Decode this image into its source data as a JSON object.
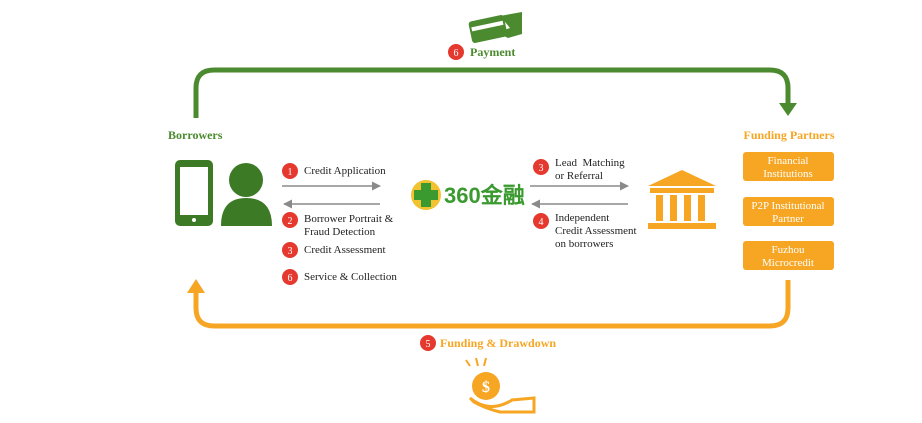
{
  "top_flow": {
    "step": "6",
    "label": "Payment",
    "icon": "credit-card-hand-icon"
  },
  "bottom_flow": {
    "step": "5",
    "label": "Funding & Drawdown",
    "icon": "money-bag-hand-icon"
  },
  "borrowers": {
    "title": "Borrowers",
    "icons": [
      "smartphone-icon",
      "person-icon"
    ]
  },
  "center": {
    "logo_text": "360金融",
    "logo_icon": "green-plus-ball-icon"
  },
  "funding_partners": {
    "title": "Funding Partners",
    "icon": "bank-building-icon",
    "boxes": [
      {
        "line1": "Financial",
        "line2": "Institutions"
      },
      {
        "line1": "P2P Institutional",
        "line2": "Partner"
      },
      {
        "line1": "Fuzhou",
        "line2": "Microcredit"
      }
    ]
  },
  "left_steps": [
    {
      "num": "1",
      "line1": "Credit Application",
      "line2": ""
    },
    {
      "num": "2",
      "line1": "Borrower Portrait &",
      "line2": "Fraud Detection"
    },
    {
      "num": "3",
      "line1": "Credit Assessment",
      "line2": ""
    },
    {
      "num": "6",
      "line1": "Service & Collection",
      "line2": ""
    }
  ],
  "right_steps": [
    {
      "num": "3",
      "line1": "Lead  Matching",
      "line2": "or Referral",
      "line3": ""
    },
    {
      "num": "4",
      "line1": "Independent",
      "line2": "Credit Assessment",
      "line3": "on borrowers"
    }
  ],
  "colors": {
    "green": "#4b8a2e",
    "dark_green": "#3c7a26",
    "orange": "#f6a623",
    "red": "#e5392f",
    "gray": "#8a8a8a"
  }
}
